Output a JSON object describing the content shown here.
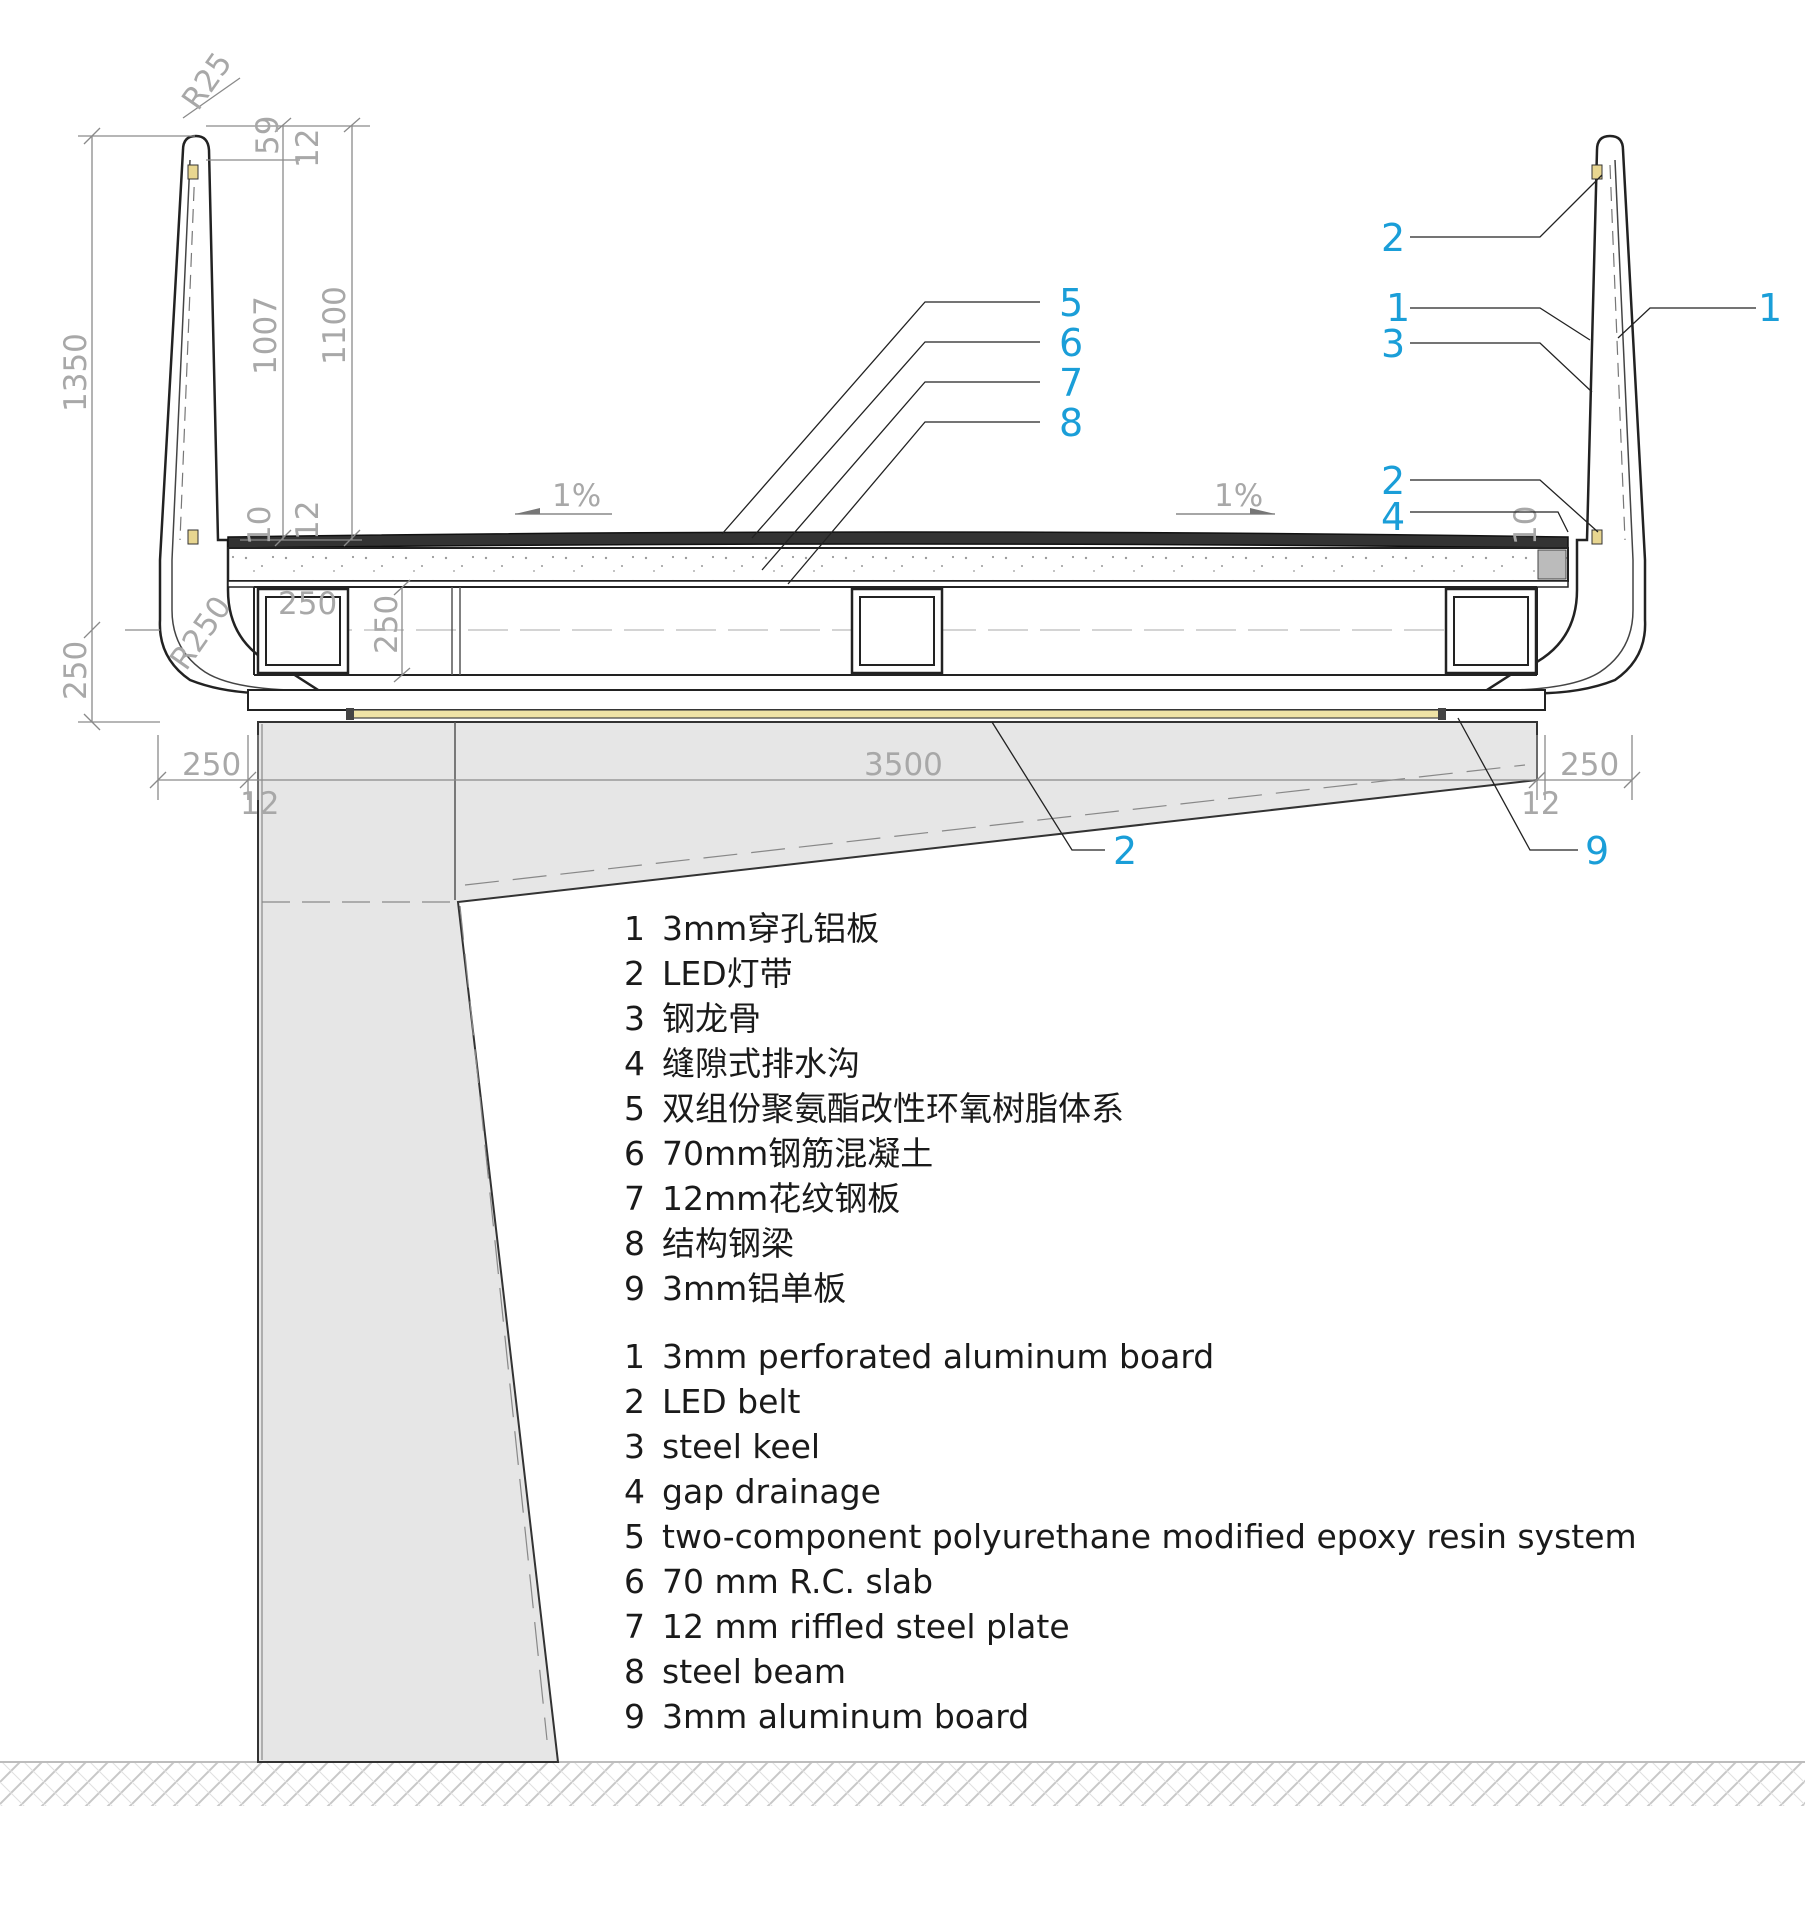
{
  "slope_labels": [
    "1%",
    "1%"
  ],
  "dimensions": {
    "r25": "R25",
    "d59": "59",
    "d12_top": "12",
    "d1350": "1350",
    "d1007": "1007",
    "d1100": "1100",
    "d250_height": "250",
    "d250_beam": "250",
    "d250_beam_height": "250",
    "r250": "R250",
    "d250_left": "250",
    "d3500": "3500",
    "d250_right": "250",
    "d12_left": "12",
    "d12_right": "12",
    "d12_rail_left": "12",
    "d10_rail_left": "10",
    "d10_rail_right": "10"
  },
  "callouts": {
    "c5": "5",
    "c6": "6",
    "c7": "7",
    "c8": "8",
    "c2a": "2",
    "c1a": "1",
    "c3": "3",
    "c1b": "1",
    "c2b": "2",
    "c4": "4",
    "c2c": "2",
    "c9": "9"
  },
  "legend_cn": [
    {
      "num": "1",
      "text": "3mm穿孔铝板"
    },
    {
      "num": "2",
      "text": "LED灯带"
    },
    {
      "num": "3",
      "text": "钢龙骨"
    },
    {
      "num": "4",
      "text": "缝隙式排水沟"
    },
    {
      "num": "5",
      "text": "双组份聚氨酯改性环氧树脂体系"
    },
    {
      "num": "6",
      "text": "70mm钢筋混凝土"
    },
    {
      "num": "7",
      "text": "12mm花纹钢板"
    },
    {
      "num": "8",
      "text": "结构钢梁"
    },
    {
      "num": "9",
      "text": "3mm铝单板"
    }
  ],
  "legend_en": [
    {
      "num": "1",
      "text": "3mm perforated aluminum board"
    },
    {
      "num": "2",
      "text": "LED belt"
    },
    {
      "num": "3",
      "text": "steel keel"
    },
    {
      "num": "4",
      "text": "gap drainage"
    },
    {
      "num": "5",
      "text": "two-component polyurethane modified epoxy resin system"
    },
    {
      "num": "6",
      "text": "70 mm R.C. slab"
    },
    {
      "num": "7",
      "text": "12 mm riffled steel plate"
    },
    {
      "num": "8",
      "text": "steel beam"
    },
    {
      "num": "9",
      "text": "3mm aluminum board"
    }
  ],
  "colors": {
    "callout": "#1a9ed8",
    "dimension": "#a8a8a8",
    "pier_fill": "#e6e6e6",
    "line": "#222222"
  }
}
